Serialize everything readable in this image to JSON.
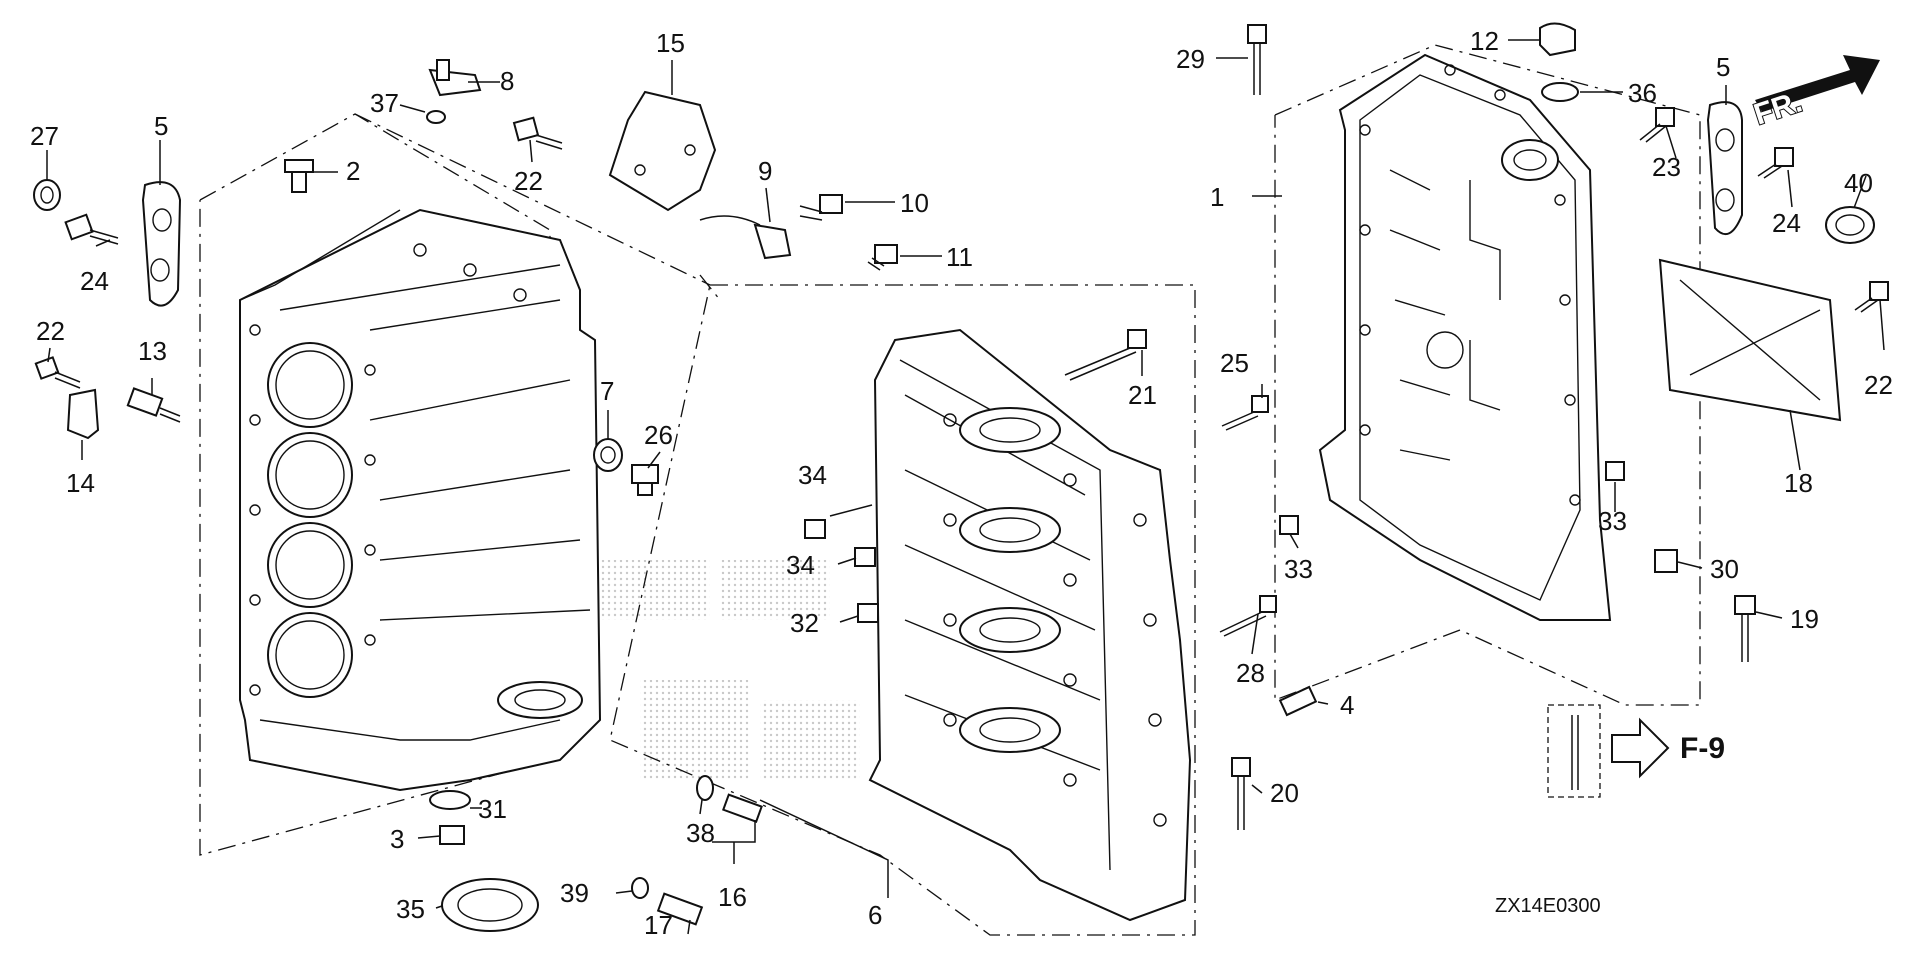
{
  "diagram_code": "ZX14E0300",
  "direction_label": "FR.",
  "reference_label": "F-9",
  "callouts": {
    "c1": "1",
    "c2": "2",
    "c3": "3",
    "c4": "4",
    "c5a": "5",
    "c5b": "5",
    "c6": "6",
    "c7": "7",
    "c8": "8",
    "c9": "9",
    "c10": "10",
    "c11": "11",
    "c12": "12",
    "c13": "13",
    "c14": "14",
    "c15": "15",
    "c16": "16",
    "c17": "17",
    "c18": "18",
    "c19": "19",
    "c20": "20",
    "c21": "21",
    "c22a": "22",
    "c22b": "22",
    "c22c": "22",
    "c23": "23",
    "c24a": "24",
    "c24b": "24",
    "c25": "25",
    "c26": "26",
    "c27": "27",
    "c28": "28",
    "c29": "29",
    "c30": "30",
    "c31": "31",
    "c32": "32",
    "c33a": "33",
    "c33b": "33",
    "c34a": "34",
    "c34b": "34",
    "c35": "35",
    "c36": "36",
    "c37": "37",
    "c38": "38",
    "c39": "39",
    "c40": "40"
  }
}
